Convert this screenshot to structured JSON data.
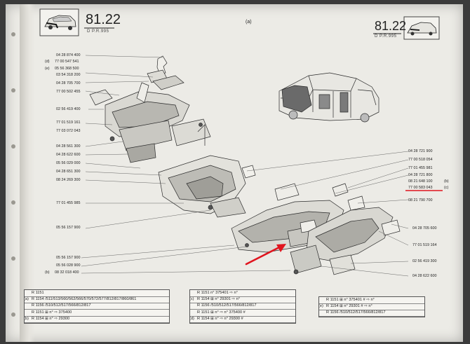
{
  "header": {
    "left_code": "81.22",
    "left_sub": "D    P.R.995",
    "center_mark": "(a)",
    "right_code": "81.22",
    "right_sub": "D    P.R.995"
  },
  "left_parts": [
    {
      "ref": "",
      "pn": "04 28 874 400"
    },
    {
      "ref": "(d)",
      "pn": "77 00 547 541"
    },
    {
      "ref": "(e)",
      "pn": "05 56 368 500"
    },
    {
      "ref": "",
      "pn": "03 54 318 200"
    },
    {
      "ref": "",
      "pn": "04 28 705 700"
    },
    {
      "ref": "",
      "pn": "77 00 502 455"
    },
    {
      "ref": "",
      "pn": "02 56 419 400"
    },
    {
      "ref": "",
      "pn": "77 01 519 161"
    },
    {
      "ref": "",
      "pn": "77 03 072 043"
    },
    {
      "ref": "",
      "pn": "04 28 561 300"
    },
    {
      "ref": "",
      "pn": "04 28 622 600"
    },
    {
      "ref": "",
      "pn": "05 56 029 000"
    },
    {
      "ref": "",
      "pn": "04 28 651 300"
    },
    {
      "ref": "",
      "pn": "08 24 269 300"
    },
    {
      "ref": "",
      "pn": "77 01 455 985"
    },
    {
      "ref": "",
      "pn": "05 56 157 900"
    },
    {
      "ref": "",
      "pn": "05 56 157 900"
    },
    {
      "ref": "",
      "pn": "05 56 028 900"
    },
    {
      "ref": "(b)",
      "pn": "08 32 018 400"
    }
  ],
  "right_parts": [
    {
      "pn": "04 28 721 900",
      "ref": ""
    },
    {
      "pn": "77 00 518 054",
      "ref": ""
    },
    {
      "pn": "77 01 455 981",
      "ref": ""
    },
    {
      "pn": "04 28 721 800",
      "ref": ""
    },
    {
      "pn": "08 21 648 100",
      "ref": "(b)"
    },
    {
      "pn": "77 00 583 043",
      "ref": "(c)"
    },
    {
      "pn": "08 21 790 700",
      "ref": ""
    },
    {
      "pn": "04 28 705 600",
      "ref": ""
    },
    {
      "pn": "77 01 519 164",
      "ref": ""
    },
    {
      "pn": "02 56 419 300",
      "ref": ""
    },
    {
      "pn": "04 28 622 600",
      "ref": ""
    }
  ],
  "table_left": [
    {
      "mark": "",
      "text": "R 1151"
    },
    {
      "mark": "(a)",
      "text": "R 1154   /511/513/560/562/566/570/572/577/812/817/860/861"
    },
    {
      "mark": "",
      "text": "R 1156   /510/512/517/566/812/817"
    },
    {
      "mark": "",
      "text": "R 1151   ⊞ n°  ⇨ 375400"
    },
    {
      "mark": "(b)",
      "text": "R 1154   ⊞ n°  ⇨ 29300"
    }
  ],
  "table_mid": [
    {
      "mark": "",
      "text": "R 1151        n°  375401 ⇨ n°"
    },
    {
      "mark": "(c)",
      "text": "R 1154   ⊞ n°  29301 ⇨ n°"
    },
    {
      "mark": "",
      "text": "R 1156   /510/512/517/566/812/817"
    },
    {
      "mark": "",
      "text": "R 1151   ⊞ n°  ⇨ n°  375400 #"
    },
    {
      "mark": "(d)",
      "text": "R 1154   ⊞ n°  ⇨ n°  29300 #"
    }
  ],
  "table_right": [
    {
      "mark": "",
      "text": "R 1151   ⊞ n°  375401 # ⇨ n°"
    },
    {
      "mark": "(e)",
      "text": "R 1154   ⊞ n°  29301 # ⇨ n°"
    },
    {
      "mark": "",
      "text": "R 1156   /510/512/517/566/812/817"
    }
  ],
  "colors": {
    "arrow": "#e0141e",
    "underline": "#e0141e",
    "ink": "#333333",
    "paper": "#ecebe6"
  }
}
